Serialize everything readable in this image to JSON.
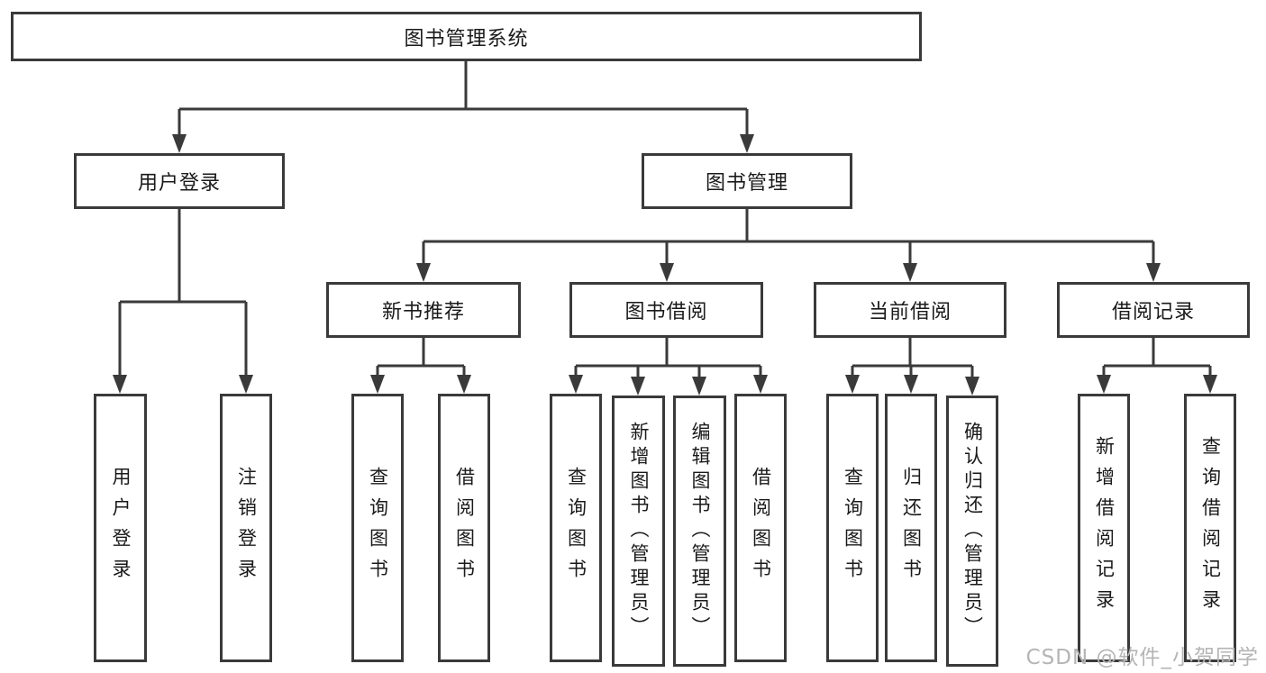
{
  "diagram_title": "图书管理系统",
  "tree": {
    "root": {
      "label": "图书管理系统",
      "children": [
        {
          "label": "用户登录",
          "children": [
            {
              "label": "用户登录"
            },
            {
              "label": "注销登录"
            }
          ]
        },
        {
          "label": "图书管理",
          "children": [
            {
              "label": "新书推荐",
              "children": [
                {
                  "label": "查询图书"
                },
                {
                  "label": "借阅图书"
                }
              ]
            },
            {
              "label": "图书借阅",
              "children": [
                {
                  "label": "查询图书"
                },
                {
                  "label": "新增图书（管理员）"
                },
                {
                  "label": "编辑图书（管理员）"
                },
                {
                  "label": "借阅图书"
                }
              ]
            },
            {
              "label": "当前借阅",
              "children": [
                {
                  "label": "查询图书"
                },
                {
                  "label": "归还图书"
                },
                {
                  "label": "确认归还（管理员）"
                }
              ]
            },
            {
              "label": "借阅记录",
              "children": [
                {
                  "label": "新增借阅记录"
                },
                {
                  "label": "查询借阅记录"
                }
              ]
            }
          ]
        }
      ]
    }
  },
  "watermark": "CSDN @软件_小贺同学",
  "colors": {
    "line": "#3a3a3a",
    "box_border": "#3a3a3a",
    "text": "#1a1a1a",
    "watermark": "#b5b5b5",
    "background": "#ffffff"
  }
}
